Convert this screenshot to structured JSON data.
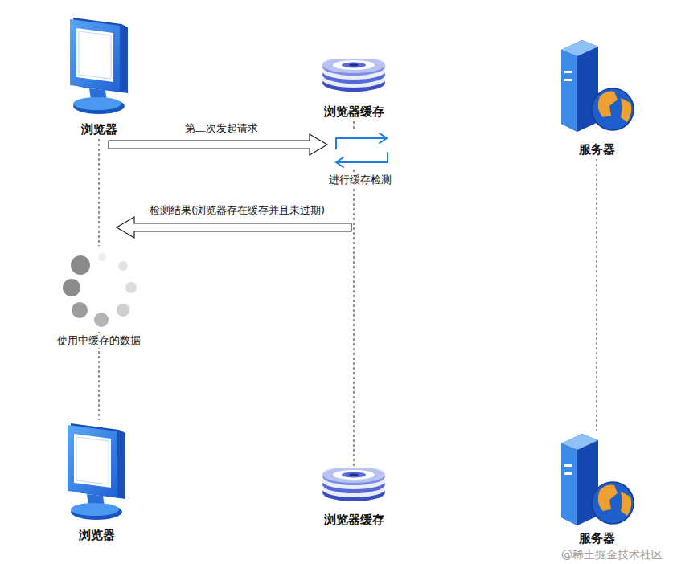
{
  "diagram": {
    "nodes": [
      {
        "text": [
          "浏览器"
        ]
      },
      {
        "text": [
          "浏览器缓存"
        ]
      },
      {
        "text": [
          "服务器"
        ]
      },
      {
        "text": [
          "浏览器"
        ]
      },
      {
        "text": [
          "浏览器缓存"
        ]
      },
      {
        "text": [
          "服务器"
        ]
      }
    ],
    "edges": [
      {
        "from": 0,
        "to": 1,
        "label": "第二次发起请求",
        "arrow": "to"
      },
      {
        "from": 1,
        "to": 0,
        "label": "检测结果(浏览器存在缓存并且未过期)",
        "arrow": "to"
      },
      {
        "from": 0,
        "to": 3,
        "arrow": "none"
      },
      {
        "from": 1,
        "to": 4,
        "arrow": "none"
      },
      {
        "from": 2,
        "to": 5,
        "arrow": "none"
      }
    ],
    "labels": [
      "进行缓存检测",
      "使用中缓存的数据",
      "@稀土掘金技术社区"
    ]
  }
}
